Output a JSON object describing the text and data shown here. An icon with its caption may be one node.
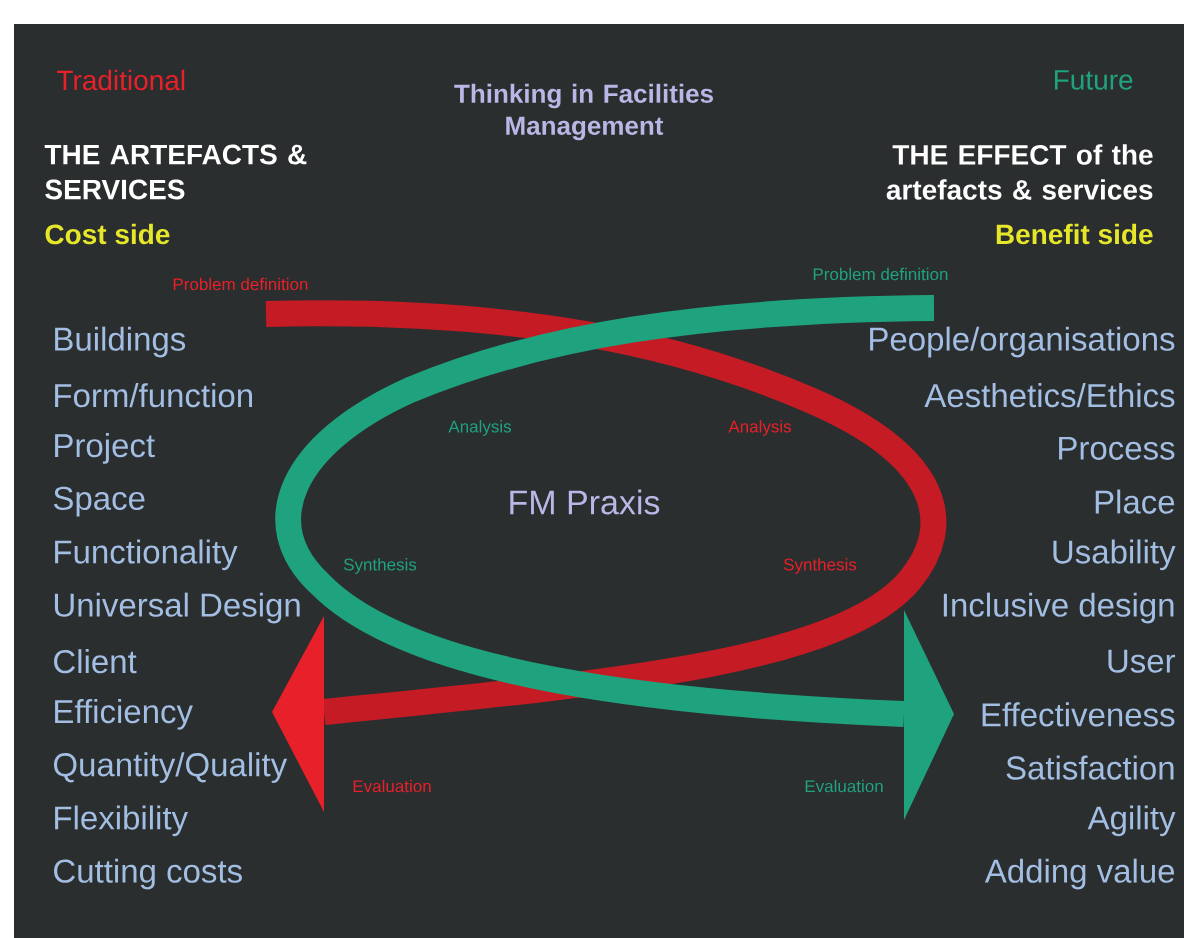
{
  "diagram": {
    "title": "Thinking in Facilities Management",
    "labels": [
      "Traditional",
      "Future",
      "THE ARTEFACTS & SERVICES",
      "THE EFFECT of the artefacts & services",
      "Cost side",
      "Benefit side",
      "Problem definition",
      "Problem definition",
      "Buildings",
      "People/organisations",
      "Form/function",
      "Aesthetics/Ethics",
      "Analysis",
      "Analysis",
      "Project",
      "Process",
      "Space",
      "FM Praxis",
      "Place",
      "Synthesis",
      "Synthesis",
      "Functionality",
      "Usability",
      "Universal Design",
      "Inclusive design",
      "Client",
      "User",
      "Efficiency",
      "Effectiveness",
      "Quantity/Quality",
      "Evaluation",
      "Evaluation",
      "Satisfaction",
      "Flexibility",
      "Agility",
      "Cutting costs",
      "Adding value"
    ]
  }
}
